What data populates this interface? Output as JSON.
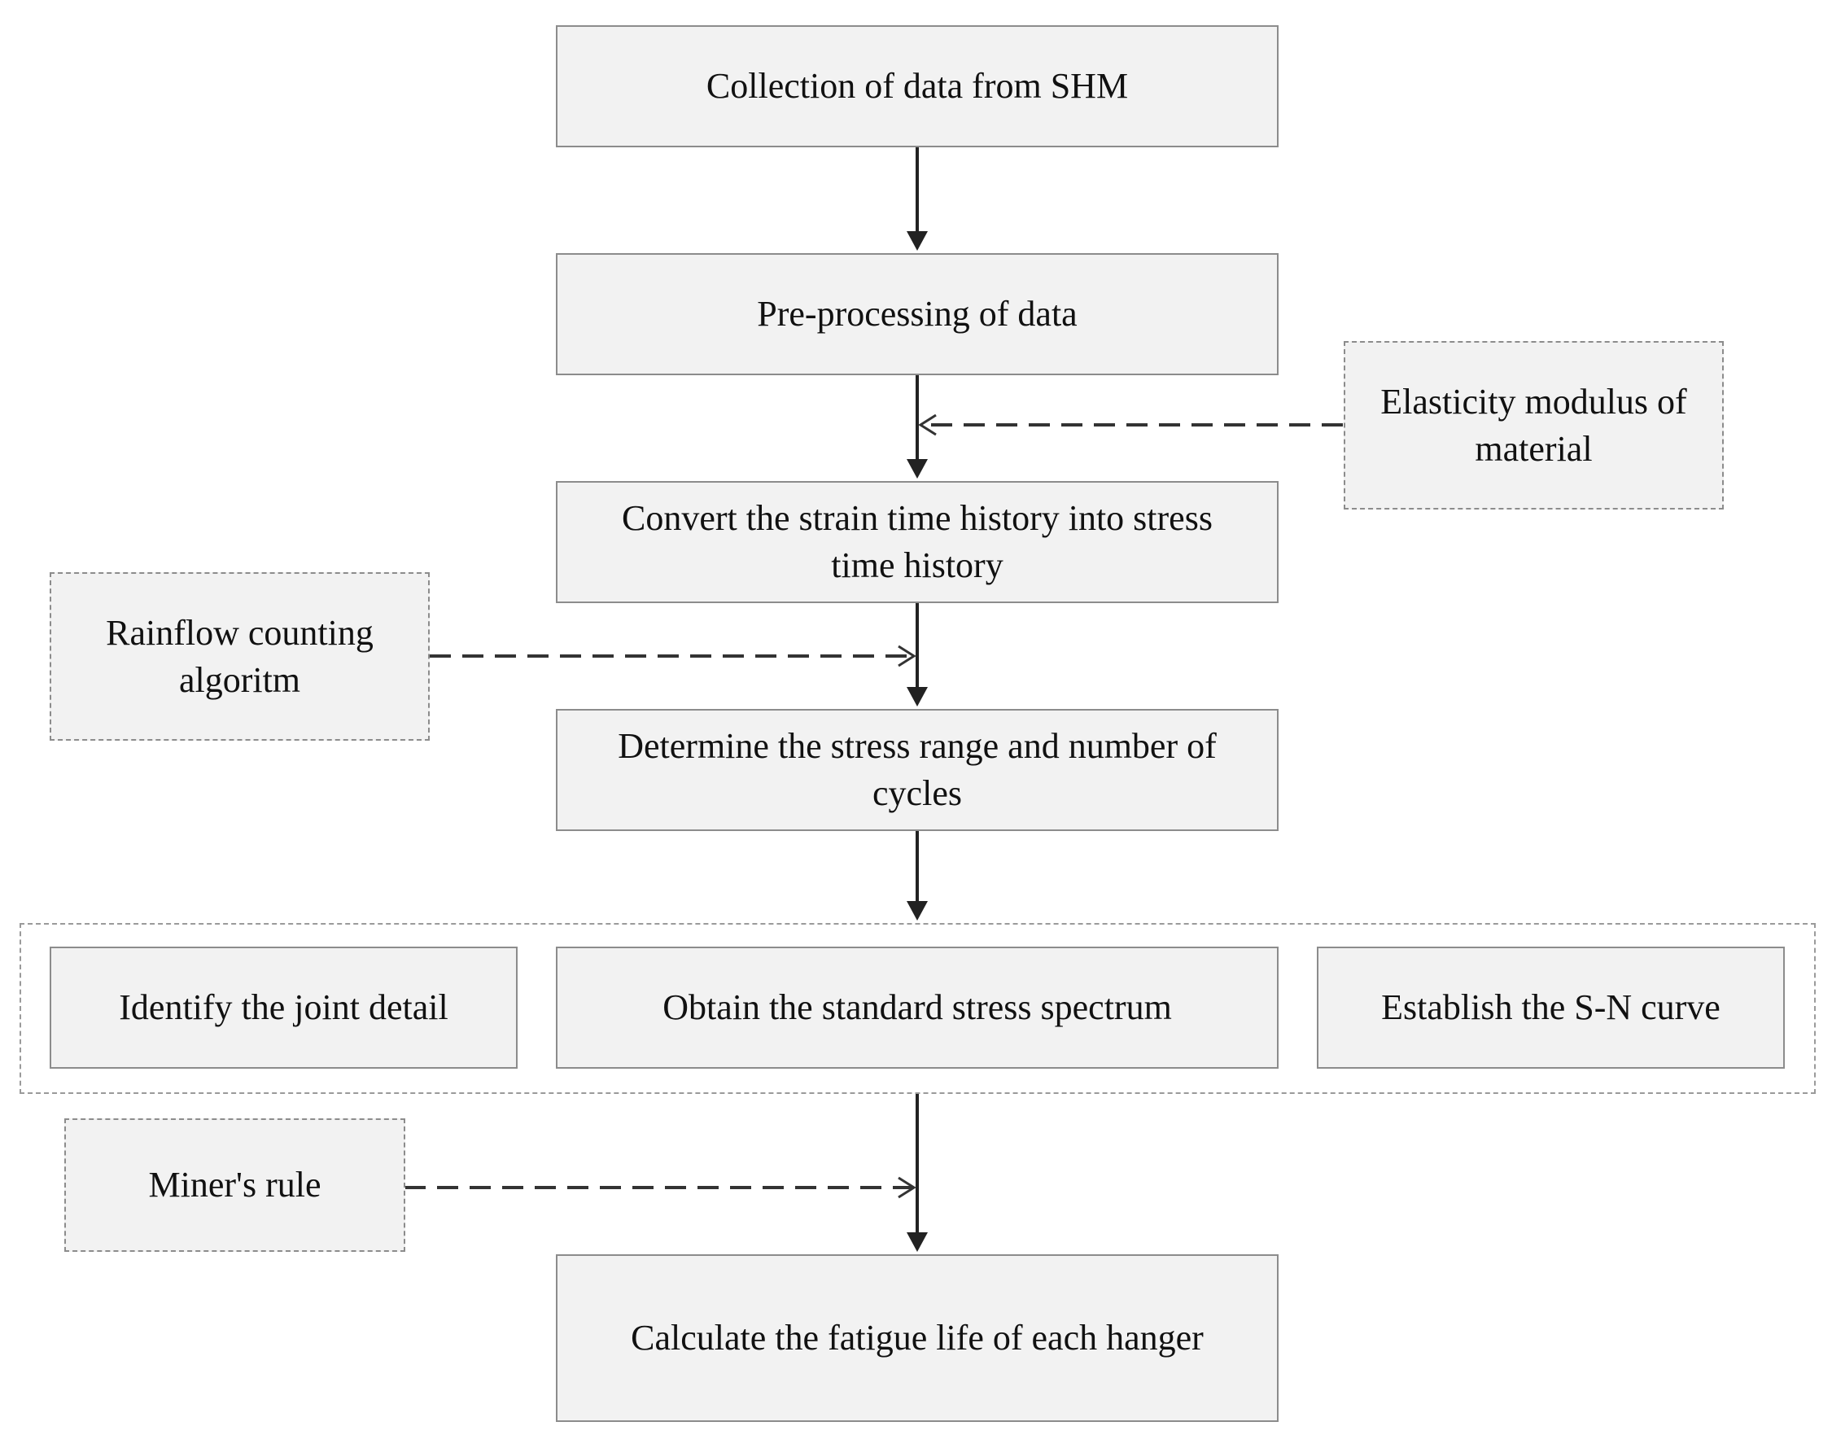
{
  "steps": {
    "collect": "Collection of data from SHM",
    "preprocess": "Pre-processing of data",
    "convert": "Convert the strain time history into stress time history",
    "determine": "Determine the stress range and number of cycles",
    "calculate": "Calculate the fatigue life of each hanger"
  },
  "inputs": {
    "elasticity": "Elasticity modulus of material",
    "rainflow": "Rainflow counting algoritm",
    "miner": "Miner's rule"
  },
  "group": {
    "joint": "Identify the joint detail",
    "spectrum": "Obtain the standard stress spectrum",
    "sn_curve": "Establish the S-N curve"
  },
  "colors": {
    "box_fill": "#f2f2f2",
    "box_border": "#8c8c8c",
    "arrow": "#222222"
  }
}
